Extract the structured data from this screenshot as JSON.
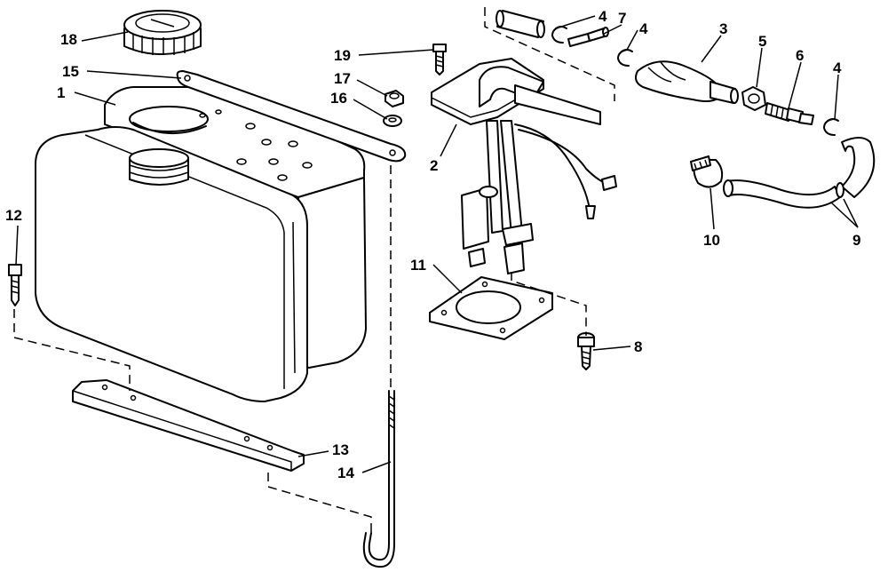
{
  "callouts": [
    {
      "id": "1",
      "text": "1"
    },
    {
      "id": "2",
      "text": "2"
    },
    {
      "id": "3",
      "text": "3"
    },
    {
      "id": "4a",
      "text": "4"
    },
    {
      "id": "4b",
      "text": "4"
    },
    {
      "id": "4c",
      "text": "4"
    },
    {
      "id": "5",
      "text": "5"
    },
    {
      "id": "6",
      "text": "6"
    },
    {
      "id": "7",
      "text": "7"
    },
    {
      "id": "8",
      "text": "8"
    },
    {
      "id": "9",
      "text": "9"
    },
    {
      "id": "10",
      "text": "10"
    },
    {
      "id": "11",
      "text": "11"
    },
    {
      "id": "12",
      "text": "12"
    },
    {
      "id": "13",
      "text": "13"
    },
    {
      "id": "14",
      "text": "14"
    },
    {
      "id": "15",
      "text": "15"
    },
    {
      "id": "16",
      "text": "16"
    },
    {
      "id": "17",
      "text": "17"
    },
    {
      "id": "18",
      "text": "18"
    },
    {
      "id": "19",
      "text": "19"
    }
  ]
}
